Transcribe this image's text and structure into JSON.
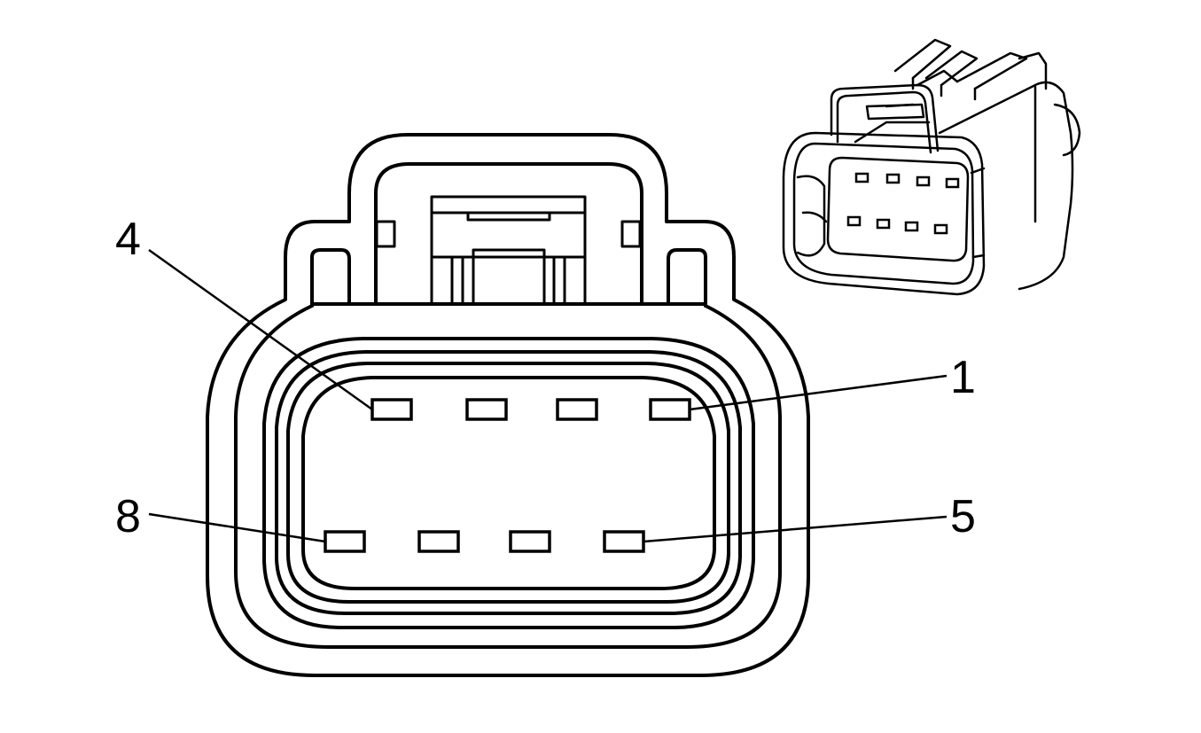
{
  "diagram": {
    "labels": {
      "pin_4": "4",
      "pin_1": "1",
      "pin_8": "8",
      "pin_5": "5"
    },
    "colors": {
      "line": "#000000",
      "background": "#ffffff"
    }
  }
}
